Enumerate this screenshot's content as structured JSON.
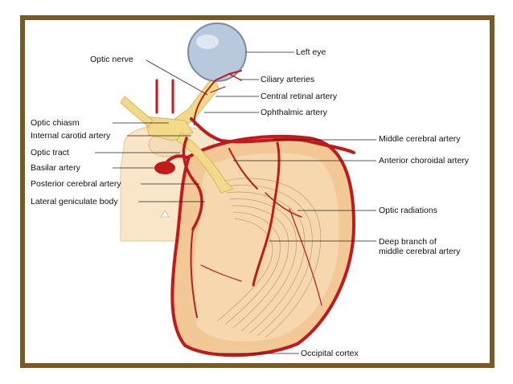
{
  "labels": {
    "left_eye": "Left eye",
    "ciliary_arteries": "Ciliary arteries",
    "central_retinal_artery": "Central retinal artery",
    "ophthalmic_artery": "Ophthalmic artery",
    "middle_cerebral_artery": "Middle cerebral artery",
    "anterior_choroidal_artery": "Anterior choroidal artery",
    "optic_radiations": "Optic radiations",
    "deep_branch_mca": "Deep branch of\nmiddle cerebral artery",
    "occipital_cortex": "Occipital cortex",
    "optic_nerve": "Optic nerve",
    "optic_chiasm": "Optic chiasm",
    "internal_carotid_artery": "Internal carotid artery",
    "optic_tract": "Optic tract",
    "basilar_artery": "Basilar artery",
    "posterior_cerebral_artery": "Posterior cerebral artery",
    "lateral_geniculate_body": "Lateral geniculate body"
  },
  "colors": {
    "frame": "#7a5a24",
    "tissue": "#f2c897",
    "tissue_light": "#f9e6c8",
    "artery": "#c21a1a",
    "nerve": "#f3d98a",
    "eye": "#b9c9dd"
  }
}
